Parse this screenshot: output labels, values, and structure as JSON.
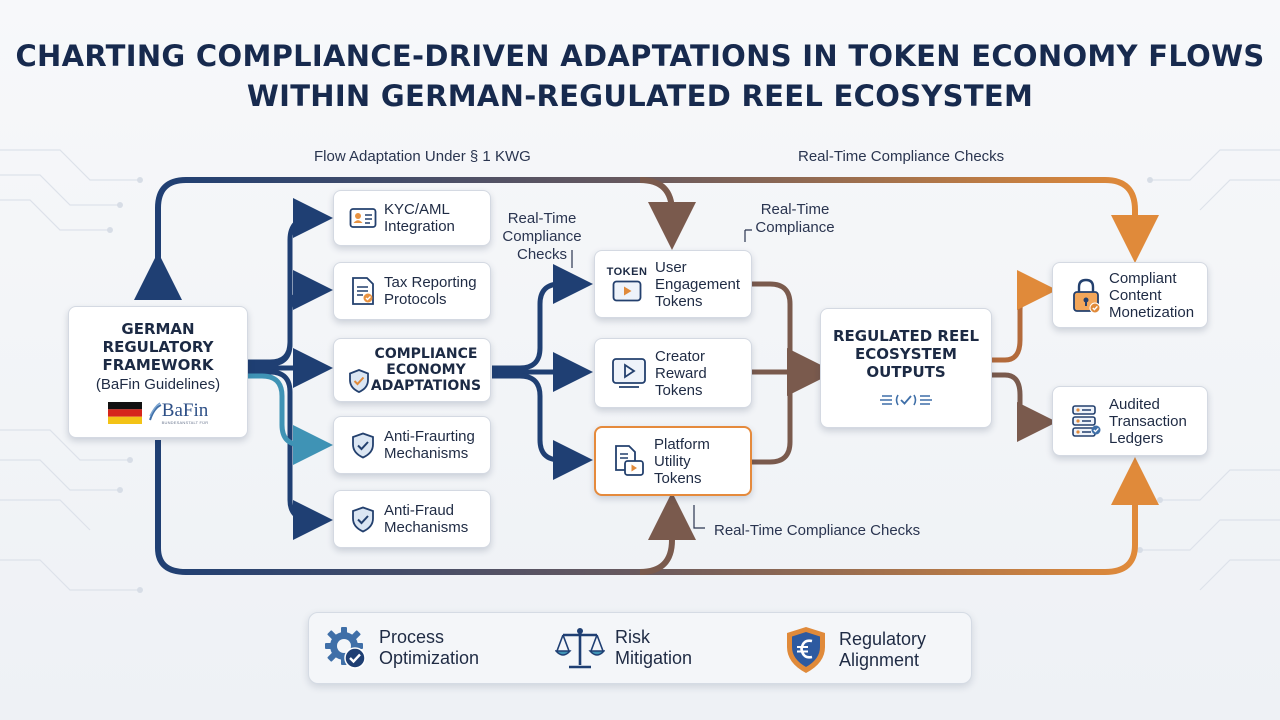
{
  "title": "CHARTING COMPLIANCE-DRIVEN ADAPTATIONS IN TOKEN ECONOMY FLOWS WITHIN GERMAN-REGULATED REEL ECOSYSTEM",
  "flow_labels": {
    "top_left": "Flow Adaptation Under § 1 KWG",
    "top_right": "Real-Time Compliance Checks",
    "mid_left": "Real-Time Compliance Checks",
    "mid_right": "Real-Time Compliance",
    "bottom": "Real-Time Compliance Checks"
  },
  "framework": {
    "title": "GERMAN REGULATORY FRAMEWORK",
    "subtitle": "(BaFin Guidelines)",
    "logo_text": "BaFin",
    "logo_small": "BUNDESANSTALT FÜR"
  },
  "measures": [
    {
      "label": "KYC/AML Integration",
      "icon": "id-card-icon"
    },
    {
      "label": "Tax Reporting Protocols",
      "icon": "tax-document-icon"
    },
    {
      "label": "Anti-Fraurting Mechanisms",
      "icon": "shield-check-icon"
    },
    {
      "label": "Anti-Fraud Mechanisms",
      "icon": "shield-check-icon"
    }
  ],
  "adaptations": {
    "label": "COMPLIANCE ECONOMY ADAPTATIONS",
    "icon": "shield-check-icon"
  },
  "tokens": [
    {
      "label": "User Engagement Tokens",
      "badge": "TOKEN",
      "icon": "play-icon"
    },
    {
      "label": "Creator Reward Tokens",
      "icon": "video-icon"
    },
    {
      "label": "Platform Utility Tokens",
      "icon": "document-play-icon"
    }
  ],
  "outputs_hub": {
    "label": "REGULATED REEL ECOSYSTEM OUTPUTS",
    "icon": "checkmark-flow-icon"
  },
  "outputs": [
    {
      "label": "Compliant Content Monetization",
      "icon": "padlock-icon"
    },
    {
      "label": "Audited Transaction Ledgers",
      "icon": "server-ledger-icon"
    }
  ],
  "legend": [
    {
      "label": "Process Optimization",
      "icon": "gear-check-icon"
    },
    {
      "label": "Risk Mitigation",
      "icon": "scales-icon"
    },
    {
      "label": "Regulatory Alignment",
      "icon": "euro-shield-icon"
    }
  ],
  "colors": {
    "navy": "#1f3f73",
    "teal": "#3f93b5",
    "brown": "#7a5a4d",
    "orange": "#e08a3a",
    "title": "#172a4e"
  }
}
